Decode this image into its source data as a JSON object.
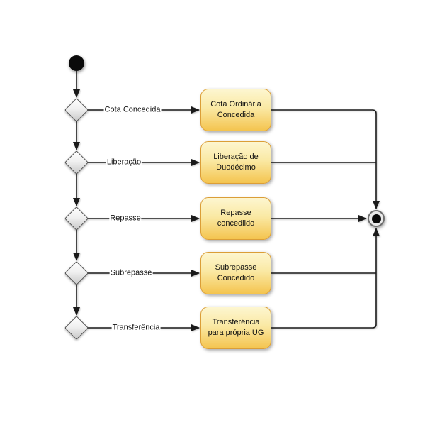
{
  "diagram": {
    "type": "uml-activity-diagram",
    "background_color": "#ffffff",
    "colors": {
      "activity_fill_top": "#fdf6d0",
      "activity_fill_bottom": "#f4c44f",
      "activity_border": "#db9e37",
      "decision_fill": "#e8e8e8",
      "decision_border": "#4d4d4d",
      "edge": "#1a1a1a",
      "text": "#111111"
    },
    "start_node": {
      "label": ""
    },
    "final_node": {
      "label": ""
    },
    "branches": [
      {
        "guard": "Cota Concedida",
        "activity": "Cota Ordinária\nConcedida"
      },
      {
        "guard": "Liberação",
        "activity": "Liberação de\nDuodécimo"
      },
      {
        "guard": "Repasse",
        "activity": "Repasse\nconcediido"
      },
      {
        "guard": "Subrepasse",
        "activity": "Subrepasse\nConcedido"
      },
      {
        "guard": "Transferência",
        "activity": "Transferência\npara própria UG"
      }
    ]
  }
}
